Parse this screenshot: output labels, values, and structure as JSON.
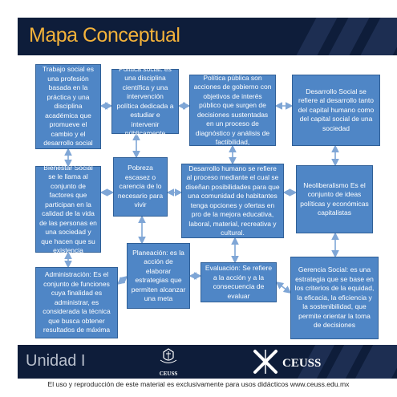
{
  "header": {
    "title": "Mapa Conceptual"
  },
  "concept_map": {
    "trabajo_social": "Trabajo social es una profesión basada en la práctica y una disciplina académica que promueve el cambio y el desarrollo social",
    "politica_social": "Política social: es una disciplina científica y una intervención política dedicada a estudiar e intervenir públicamente",
    "politica_publica": "Política pública son acciones de gobierno con objetivos de interés público que surgen de decisiones sustentadas en un proceso de diagnóstico y análisis de factibilidad,",
    "desarrollo_social": "Desarrollo Social se refiere al desarrollo tanto del capital humano como del capital social de una sociedad",
    "bienestar_social": "Bienestar Social se le llama al conjunto de factores que participan en la calidad de la vida de las personas en una sociedad y que hacen que su existencia",
    "pobreza": "Pobreza escasez o carencia de lo necesario para vivir",
    "desarrollo_humano": "Desarrollo humano se refiere al proceso mediante el cual se diseñan posibilidades para que una comunidad de habitantes tenga opciones y ofertas en pro de la mejora educativa, laboral, material, recreativa y cultural.",
    "neoliberalismo": "Neoliberalismo Es el conjunto de ideas políticas y económicas capitalistas",
    "administracion": "Administración: Es el conjunto de funciones cuya finalidad es administrar, es considerada la técnica que busca obtener resultados de máxima",
    "planeacion": "Planeación: es la acción de elaborar estrategias que permiten alcanzar una meta",
    "evaluacion": "Evaluación: Se refiere a la acción y a la consecuencia de evaluar",
    "gerencia_social": "Gerencia Social: es una estrategia que se base en los criterios de la equidad, la eficacia, la eficiencia y la sostenibilidad, que permite orientar la toma de decisiones"
  },
  "footer": {
    "unit": "Unidad I",
    "logo_small": "CEUSS",
    "logo_large": "CEUSS"
  },
  "caption": "El uso y reproducción de este material es exclusivamente para usos didácticos www.ceuss.edu.mx",
  "colors": {
    "navy": "#0e1d3a",
    "title_gold": "#f3b23a",
    "box_blue": "#4f86c6",
    "arrow": "#7fa6d6"
  }
}
